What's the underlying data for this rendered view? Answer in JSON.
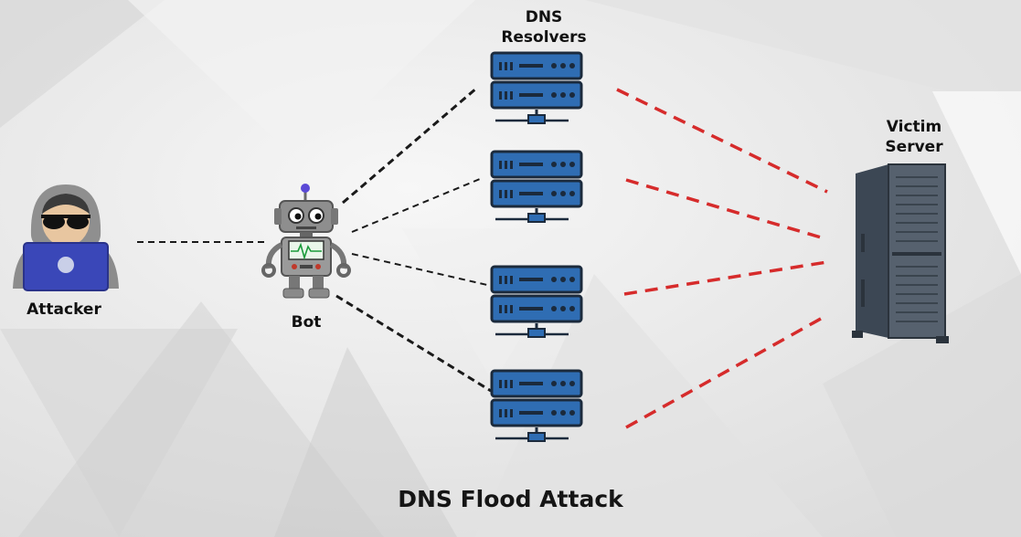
{
  "nodes": {
    "attacker": {
      "label": "Attacker"
    },
    "bot": {
      "label": "Bot"
    },
    "resolvers": {
      "label": "DNS\nResolvers",
      "line1": "DNS",
      "line2": "Resolvers",
      "count": 4
    },
    "victim": {
      "label": "Victim\nServer",
      "line1": "Victim",
      "line2": "Server"
    }
  },
  "title": "DNS Flood Attack",
  "colors": {
    "server_blue": "#2f6db3",
    "server_dark": "#1b2a3c",
    "attack_line": "#d62b2b",
    "bot_line": "#1a1a1a",
    "hoodie": "#8c8c8c",
    "laptop": "#3a47b8"
  },
  "edges": [
    {
      "from": "attacker",
      "to": "bot",
      "style": "dashed-black"
    },
    {
      "from": "bot",
      "to": "resolver-1",
      "style": "dashed-black"
    },
    {
      "from": "bot",
      "to": "resolver-2",
      "style": "dashed-black"
    },
    {
      "from": "bot",
      "to": "resolver-3",
      "style": "dashed-black"
    },
    {
      "from": "bot",
      "to": "resolver-4",
      "style": "dashed-black"
    },
    {
      "from": "resolver-1",
      "to": "victim",
      "style": "dashed-red"
    },
    {
      "from": "resolver-2",
      "to": "victim",
      "style": "dashed-red"
    },
    {
      "from": "resolver-3",
      "to": "victim",
      "style": "dashed-red"
    },
    {
      "from": "resolver-4",
      "to": "victim",
      "style": "dashed-red"
    }
  ]
}
